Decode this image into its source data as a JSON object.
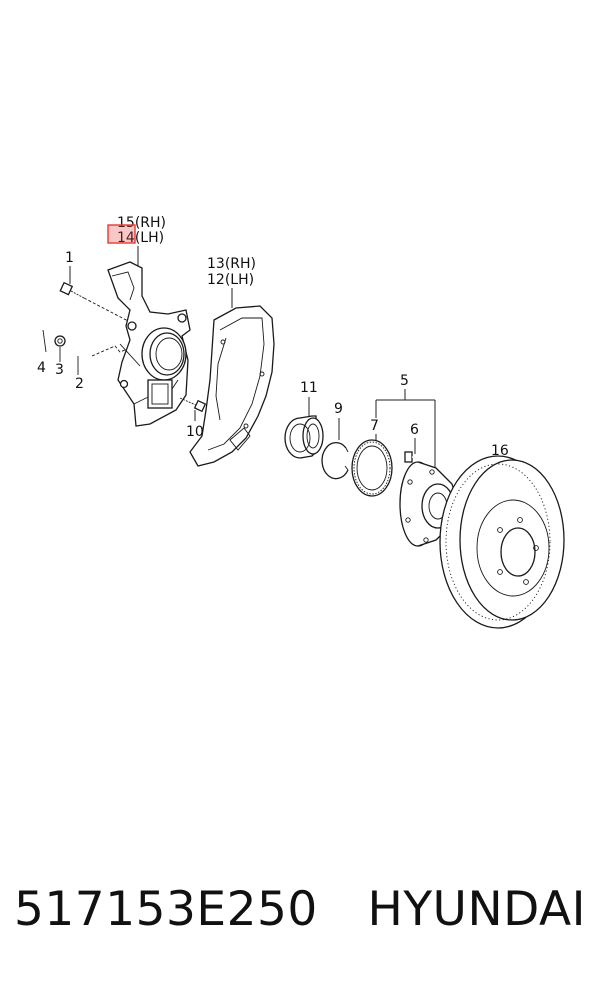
{
  "callouts": {
    "c1": "1",
    "c2": "2",
    "c3": "3",
    "c4": "4",
    "c5": "5",
    "c6": "6",
    "c7": "7",
    "c9": "9",
    "c10": "10",
    "c11": "11",
    "c12": "12(LH)",
    "c13": "13(RH)",
    "c14": "14(LH)",
    "c15": "15(RH)",
    "c16": "16"
  },
  "highlight": {
    "target": "14(LH)",
    "color": "#e53935"
  },
  "footer": {
    "part_number": "517153E250",
    "brand": "HYUNDAI"
  }
}
